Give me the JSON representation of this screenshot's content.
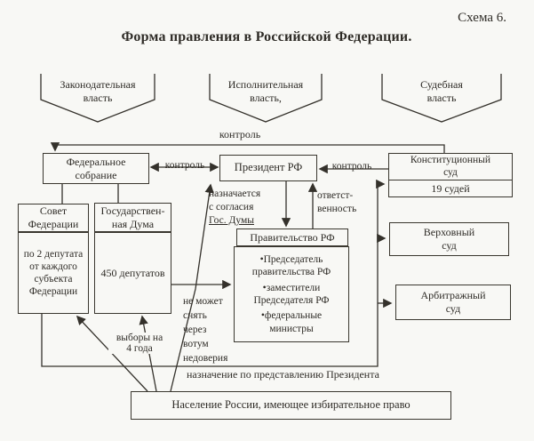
{
  "page": {
    "scheme_number": "Схема 6.",
    "title": "Форма правления в Российской Федерации."
  },
  "branches": {
    "legislative": "Законодательная\nвласть",
    "executive": "Исполнительная\nвласть,",
    "judicial": "Судебная\nвласть"
  },
  "boxes": {
    "federal_assembly": "Федеральное\nсобрание",
    "president": "Президент РФ",
    "constitutional_court": {
      "title": "Конституционный\nсуд",
      "subtitle": "19 судей"
    },
    "federation_council": {
      "title": "Совет\nФедерации",
      "body": "по 2 депутата\nот каждого\nсубъекта\nФедерации"
    },
    "state_duma": {
      "title": "Государствен-\nная Дума",
      "body": "450 депутатов"
    },
    "government": {
      "title": "Правительство РФ",
      "members": [
        "•Председатель\nправительства РФ",
        "•заместители\nПредседателя РФ",
        "•федеральные\nминистры"
      ]
    },
    "supreme_court": "Верховный\nсуд",
    "arbitration_court": "Арбитражный\nсуд",
    "population": "Население России, имеющее избирательное право"
  },
  "labels": {
    "control_top": "контроль",
    "control_mid": "контроль",
    "control_right": "контроль",
    "appointed_line1": "назначается\nс согласия",
    "appointed_line2": "Гос. Думы",
    "responsibility": "ответст-\nвенность",
    "no_confidence": "не может\nснять\nчерез\nвотум\nнедоверия",
    "elections": "выборы на\n4 года",
    "appointment_bottom": "назначение по представлению Президента"
  },
  "colors": {
    "ink": "#2e2b26",
    "paper": "#f8f8f5"
  }
}
